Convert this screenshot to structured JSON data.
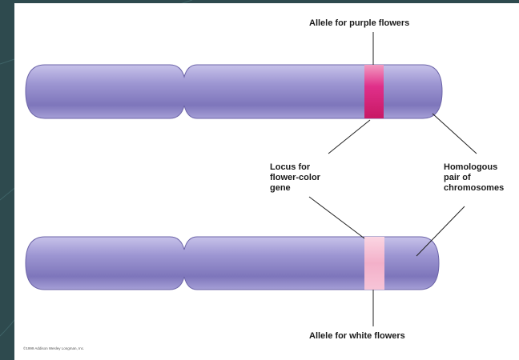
{
  "labels": {
    "purple_allele": "Allele for purple flowers",
    "locus": "Locus for\nflower-color\ngene",
    "homologous": "Homologous\npair of\nchromosomes",
    "white_allele": "Allele for white flowers"
  },
  "copyright": "©1999 Addison Wesley Longman, Inc.",
  "colors": {
    "background": "#2e4a4e",
    "chromosome": "#8f88c8",
    "purple_band": "#d8206e",
    "white_band": "#f4b2c8"
  }
}
